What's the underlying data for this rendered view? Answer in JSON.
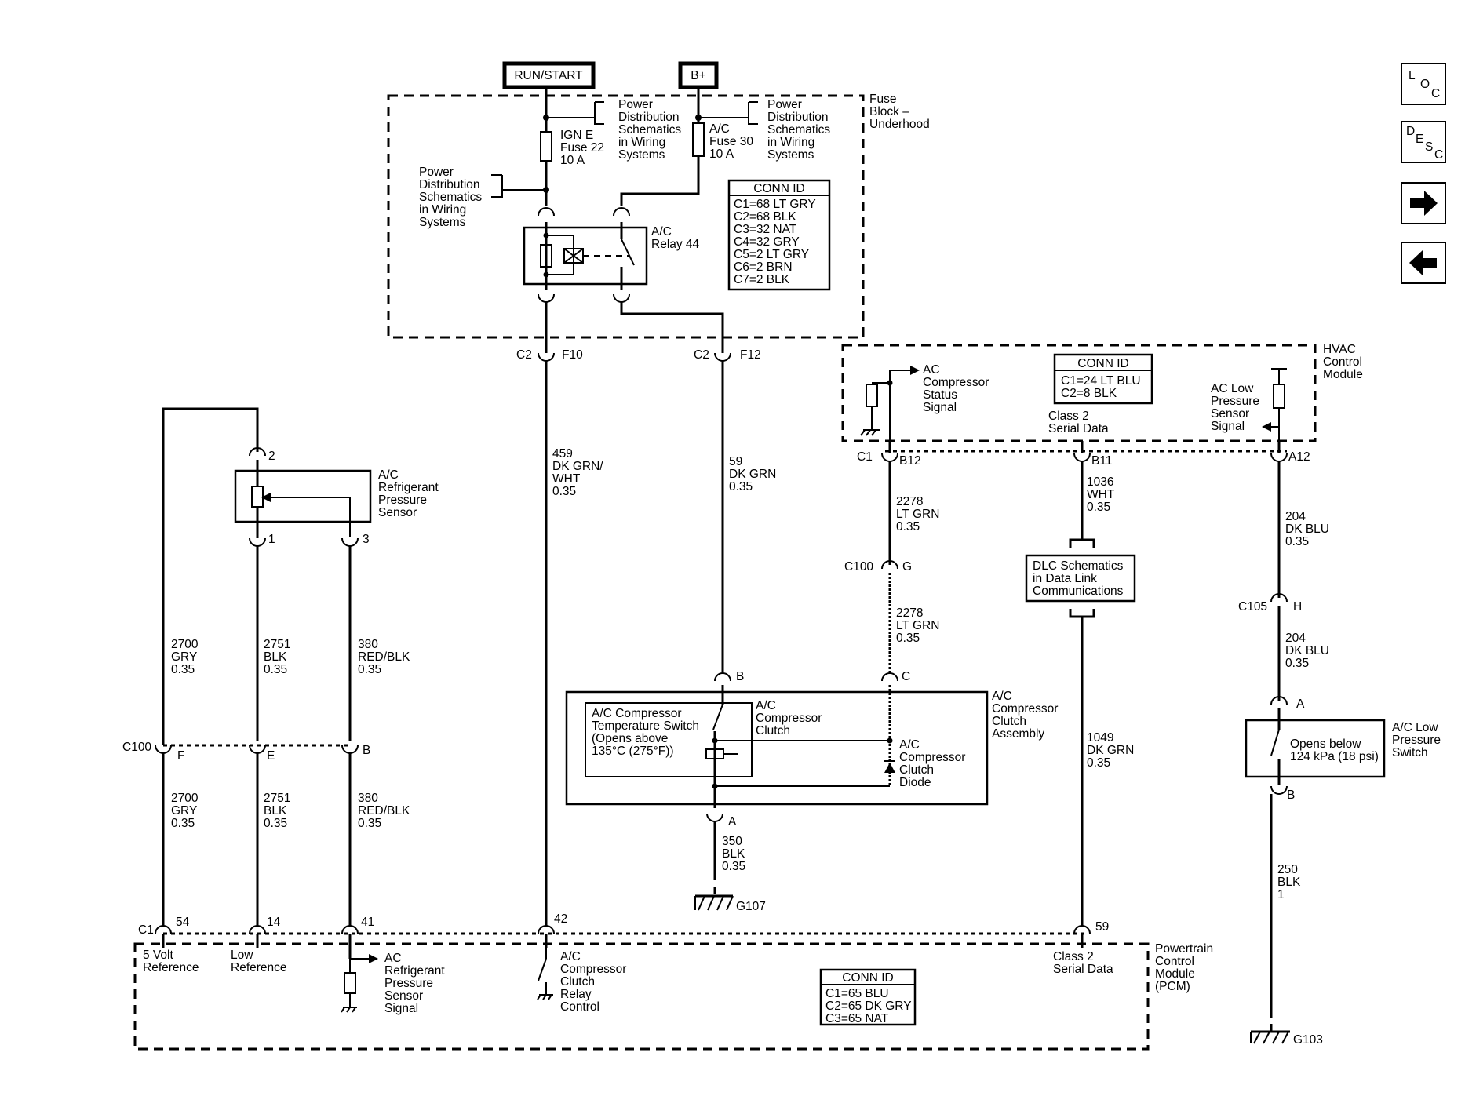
{
  "sources": {
    "run_start": "RUN/START",
    "bplus": "B+"
  },
  "fuse_block": {
    "title": [
      "Fuse",
      "Block –",
      "Underhood"
    ],
    "pds_a": [
      "Power",
      "Distribution",
      "Schematics",
      "in Wiring",
      "Systems"
    ],
    "pds_b": [
      "Power",
      "Distribution",
      "Schematics",
      "in Wiring",
      "Systems"
    ],
    "pds_c": [
      "Power",
      "Distribution",
      "Schematics",
      "in Wiring",
      "Systems"
    ],
    "fuse_ign": [
      "IGN E",
      "Fuse 22",
      "10 A"
    ],
    "fuse_ac": [
      "A/C",
      "Fuse 30",
      "10 A"
    ],
    "relay": [
      "A/C",
      "Relay 44"
    ],
    "conn": {
      "title": "CONN ID",
      "lines": [
        "C1=68 LT GRY",
        "C2=68 BLK",
        "C3=32 NAT",
        "C4=32 GRY",
        "C5=2 LT GRY",
        "C6=2 BRN",
        "C7=2 BLK"
      ]
    }
  },
  "hvac": {
    "title": [
      "HVAC",
      "Control",
      "Module"
    ],
    "status": [
      "AC",
      "Compressor",
      "Status",
      "Signal"
    ],
    "serial": [
      "Class 2",
      "Serial Data"
    ],
    "lowp": [
      "AC Low",
      "Pressure",
      "Sensor",
      "Signal"
    ],
    "conn": {
      "title": "CONN ID",
      "lines": [
        "C1=24 LT BLU",
        "C2=8 BLK"
      ]
    }
  },
  "pcm": {
    "title": [
      "Powertrain",
      "Control",
      "Module",
      "(PCM)"
    ],
    "ref5": [
      "5 Volt",
      "Reference"
    ],
    "lowref": [
      "Low",
      "Reference"
    ],
    "acsig": [
      "AC",
      "Refrigerant",
      "Pressure",
      "Sensor",
      "Signal"
    ],
    "relayctl": [
      "A/C",
      "Compressor",
      "Clutch",
      "Relay",
      "Control"
    ],
    "serial": [
      "Class 2",
      "Serial Data"
    ],
    "conn": {
      "title": "CONN ID",
      "lines": [
        "C1=65 BLU",
        "C2=65 DK GRY",
        "C3=65 NAT"
      ]
    }
  },
  "sensor": [
    "A/C",
    "Refrigerant",
    "Pressure",
    "Sensor"
  ],
  "clutch": {
    "assembly": [
      "A/C",
      "Compressor",
      "Clutch",
      "Assembly"
    ],
    "temp_switch": [
      "A/C Compressor",
      "Temperature Switch",
      "(Opens above",
      "135°C (275°F))"
    ],
    "clutch": [
      "A/C",
      "Compressor",
      "Clutch"
    ],
    "diode": [
      "A/C",
      "Compressor",
      "Clutch",
      "Diode"
    ]
  },
  "dlc": [
    "DLC Schematics",
    "in Data Link",
    "Communications"
  ],
  "lowswitch": {
    "name": [
      "A/C Low",
      "Pressure",
      "Switch"
    ],
    "note": [
      "Opens below",
      "124 kPa (18 psi)"
    ]
  },
  "wires": {
    "w459": [
      "459",
      "DK GRN/",
      "WHT",
      "0.35"
    ],
    "w59": [
      "59",
      "DK GRN",
      "0.35"
    ],
    "w2278a": [
      "2278",
      "LT GRN",
      "0.35"
    ],
    "w2278b": [
      "2278",
      "LT GRN",
      "0.35"
    ],
    "w1036": [
      "1036",
      "WHT",
      "0.35"
    ],
    "w204a": [
      "204",
      "DK BLU",
      "0.35"
    ],
    "w204b": [
      "204",
      "DK BLU",
      "0.35"
    ],
    "w2700a": [
      "2700",
      "GRY",
      "0.35"
    ],
    "w2751a": [
      "2751",
      "BLK",
      "0.35"
    ],
    "w380a": [
      "380",
      "RED/BLK",
      "0.35"
    ],
    "w2700b": [
      "2700",
      "GRY",
      "0.35"
    ],
    "w2751b": [
      "2751",
      "BLK",
      "0.35"
    ],
    "w380b": [
      "380",
      "RED/BLK",
      "0.35"
    ],
    "w350": [
      "350",
      "BLK",
      "0.35"
    ],
    "w1049": [
      "1049",
      "DK GRN",
      "0.35"
    ],
    "w250": [
      "250",
      "BLK",
      "1"
    ]
  },
  "connectors": {
    "c2": "C2",
    "f10": "F10",
    "f12": "F12",
    "c1": "C1",
    "b12": "B12",
    "b11": "B11",
    "a12": "A12",
    "c100": "C100",
    "g": "G",
    "c105": "C105",
    "h": "H",
    "p2": "2",
    "p1": "1",
    "p3": "3",
    "f": "F",
    "e": "E",
    "b": "B",
    "cb": "B",
    "cc": "C",
    "ca": "A",
    "sa": "A",
    "sb": "B",
    "pc1": "C1",
    "p54": "54",
    "p14": "14",
    "p41": "41",
    "p42": "42",
    "p59": "59"
  },
  "grounds": {
    "g107": "G107",
    "g103": "G103"
  },
  "nav": {
    "loc": [
      "L",
      "O",
      "C"
    ],
    "desc": [
      "D",
      "E",
      "S",
      "C"
    ]
  }
}
